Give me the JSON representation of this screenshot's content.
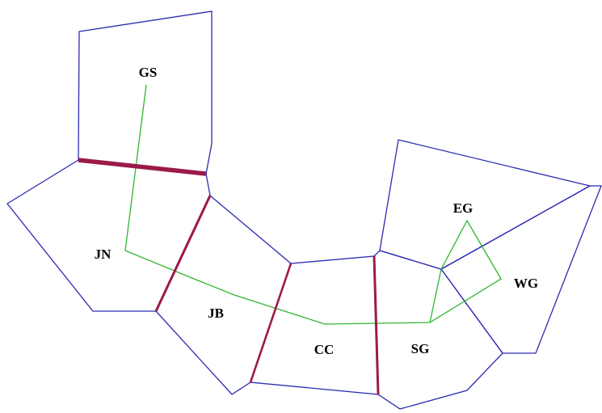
{
  "colors": {
    "region_outline": "#2b2bb3",
    "connection_path": "#2fb52f",
    "highlighted_boundary": "#9c1a4a"
  },
  "regions": [
    {
      "id": "gs",
      "label": "GS"
    },
    {
      "id": "jn",
      "label": "JN"
    },
    {
      "id": "jb",
      "label": "JB"
    },
    {
      "id": "cc",
      "label": "CC"
    },
    {
      "id": "sg",
      "label": "SG"
    },
    {
      "id": "eg",
      "label": "EG"
    },
    {
      "id": "wg",
      "label": "WG"
    }
  ]
}
